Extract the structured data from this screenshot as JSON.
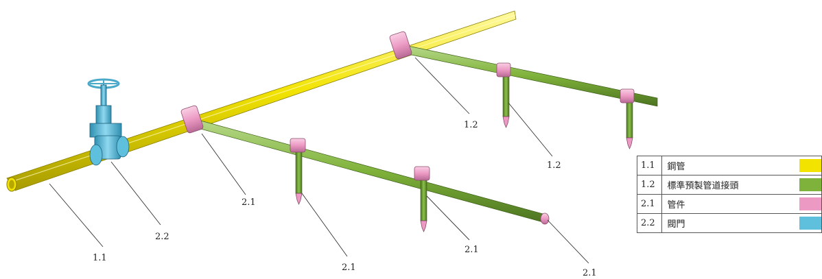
{
  "colors": {
    "steel_pipe": "#f2e300",
    "prefab_joint": "#7fb23a",
    "fitting": "#ec9ac4",
    "valve": "#5fc0de"
  },
  "callouts": [
    {
      "id": "c-11",
      "text": "1.1"
    },
    {
      "id": "c-22",
      "text": "2.2"
    },
    {
      "id": "c-21a",
      "text": "2.1"
    },
    {
      "id": "c-12a",
      "text": "1.2"
    },
    {
      "id": "c-12b",
      "text": "1.2"
    },
    {
      "id": "c-21b",
      "text": "2.1"
    },
    {
      "id": "c-21c",
      "text": "2.1"
    },
    {
      "id": "c-21d",
      "text": "2.1"
    }
  ],
  "legend": [
    {
      "code": "1.1",
      "name": "鋼管",
      "color": "#f2e300"
    },
    {
      "code": "1.2",
      "name": "標準預製管道接頭",
      "color": "#7fb23a"
    },
    {
      "code": "2.1",
      "name": "管件",
      "color": "#ec9ac4"
    },
    {
      "code": "2.2",
      "name": "閥門",
      "color": "#5fc0de"
    }
  ]
}
